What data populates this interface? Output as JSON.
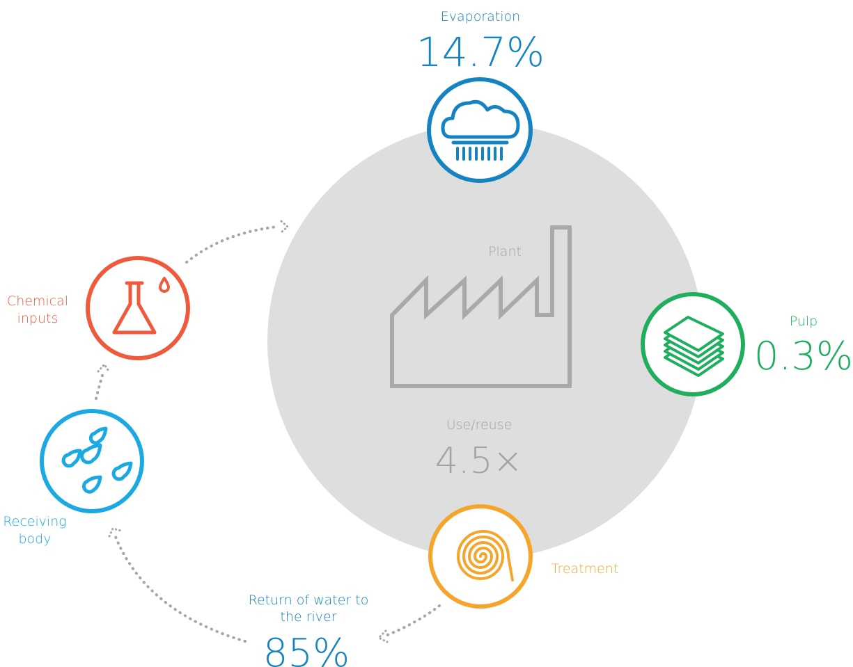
{
  "plant": {
    "label": "Plant",
    "use_label": "Use/reuse",
    "use_value": "4.5×"
  },
  "evaporation": {
    "label": "Evaporation",
    "value": "14.7%",
    "color": "#1583c2",
    "icon": "rain-cloud-icon"
  },
  "pulp": {
    "label": "Pulp",
    "value": "0.3%",
    "color": "#1fae5e",
    "icon": "paper-stack-icon"
  },
  "treatment": {
    "label": "Treatment",
    "color": "#f5a52c",
    "icon": "spiral-icon"
  },
  "return_water": {
    "label_line1": "Return of water to",
    "label_line2": "the river",
    "value": "85%",
    "color": "#1583c2"
  },
  "receiving_body": {
    "label_line1": "Receiving",
    "label_line2": "body",
    "color": "#1aa9e3",
    "icon": "water-drops-icon"
  },
  "chemical_inputs": {
    "label_line1": "Chemical",
    "label_line2": "inputs",
    "color": "#ef5a3c",
    "icon": "flask-icon"
  },
  "colors": {
    "plant_circle": "#dedede",
    "plant_outline": "#a9a9a9",
    "plant_text": "#a3a3a3",
    "arrows": "#a6a6a6"
  }
}
